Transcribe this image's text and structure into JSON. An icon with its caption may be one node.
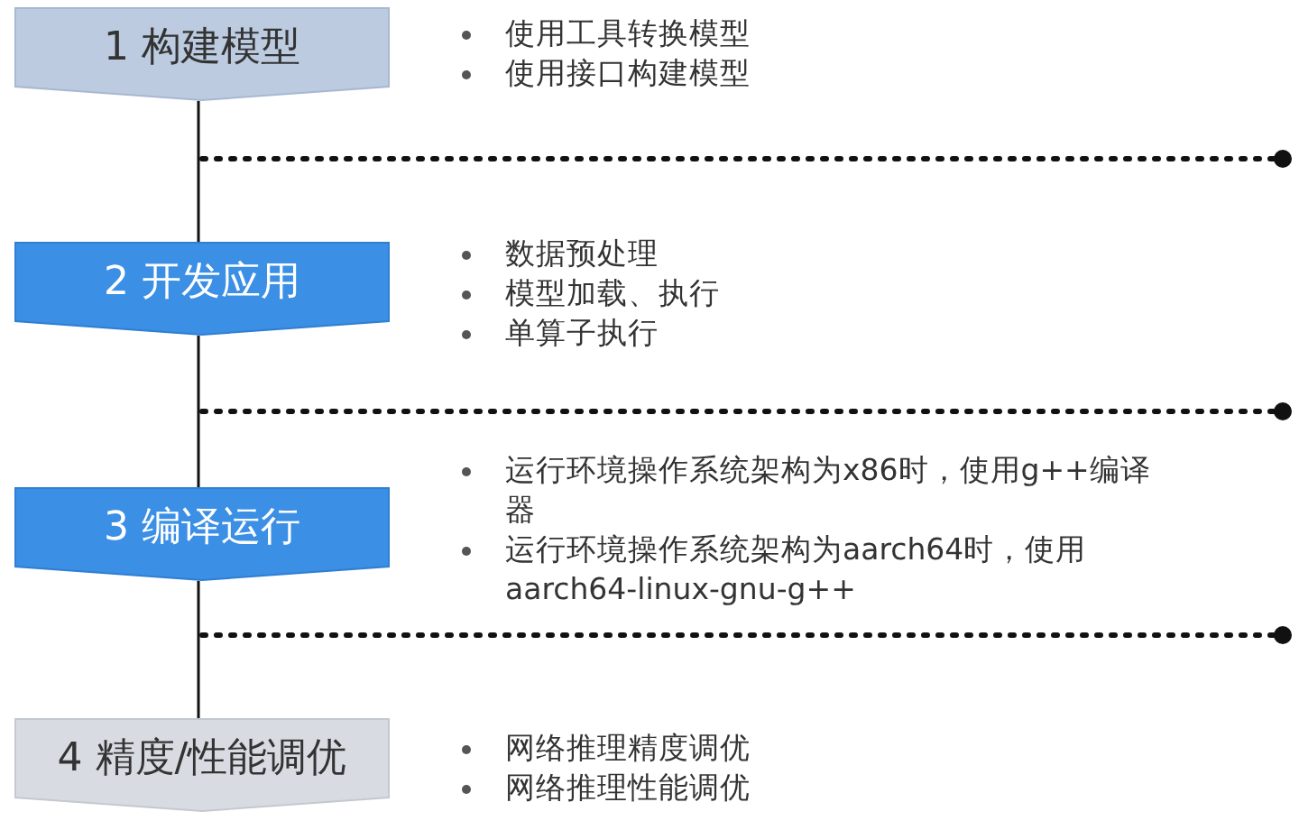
{
  "diagram": {
    "nodes": [
      {
        "text": [
          "1 构建模型"
        ],
        "beside": [
          "使用工具转换模型",
          "使用接口构建模型"
        ]
      },
      {
        "text": [
          "2 开发应用"
        ],
        "beside": [
          "数据预处理",
          "模型加载、执行",
          "单算子执行"
        ]
      },
      {
        "text": [
          "3 编译运行"
        ],
        "beside": [
          "运行环境操作系统架构为x86时，使用g++编译器",
          "运行环境操作系统架构为aarch64时，使用aarch64-linux-gnu-g++"
        ]
      },
      {
        "text": [
          "4 精度/性能调优"
        ],
        "beside": [
          "网络推理精度调优",
          "网络推理性能调优"
        ]
      }
    ],
    "edges": [
      {
        "from": 0,
        "to": 1,
        "arrow": "none"
      },
      {
        "from": 1,
        "to": 2,
        "arrow": "none"
      },
      {
        "from": 2,
        "to": 3,
        "arrow": "none"
      }
    ]
  }
}
